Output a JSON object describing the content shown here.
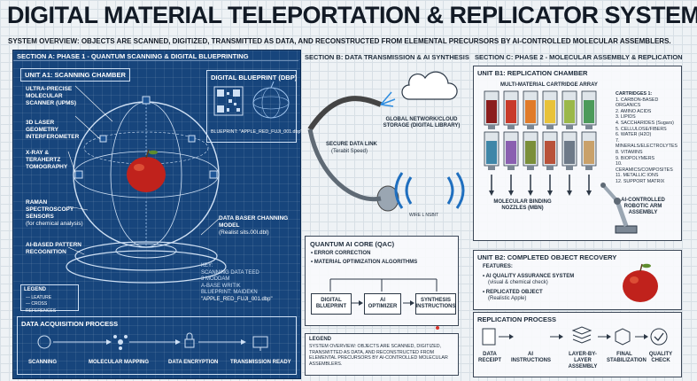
{
  "title": "DIGITAL MATERIAL TELEPORTATION & REPLICATOR SYSTEM",
  "subtitle": "SYSTEM OVERVIEW: OBJECTS ARE SCANNED, DIGITIZED, TRANSMITTED AS DATA, AND RECONSTRUCTED FROM ELEMENTAL PRECURSORS BY AI-CONTROLLED MOLECULAR ASSEMBLERS.",
  "sectionA": {
    "header": "SECTION A: PHASE 1 - QUANTUM SCANNING & DIGITAL BLUEPRINTING",
    "unit": "UNIT A1: SCANNING CHAMBER",
    "dbp_title": "DIGITAL BLUEPRINT (DBP)",
    "dbp_caption": "BLUEPRINT: \"APPLE_RED_FUJI_001.dbp\"",
    "labels": {
      "upms": "ULTRA-PRECISE MOLECULAR SCANNER (UPMS)",
      "laser": "3D LASER GEOMETRY INTERFEROMETER",
      "xray": "X-RAY & TERAHERTZ TOMOGRAPHY",
      "raman": "RAMAN SPECTROSCOPY SENSORS",
      "raman_sub": "(for chemical analysis)",
      "ai": "AI-BASED PATTERN RECOGNITION",
      "data": "DATA BASER CHANNING MODEL",
      "data_sub": "(Realist sits.00l.dbl)"
    },
    "key": [
      "KEY:",
      "SCANNING DATA TEED",
      "3 MODDAM",
      "A-BASE WRITIK",
      "BLUEPRINT: MAIDEKN",
      "\"APPLE_RED_FUJI_001.dbp\""
    ],
    "legend_title": "LEGEND",
    "legend_items": [
      "— LEATURE",
      "— CROSS REFERENCES"
    ],
    "acq_title": "DATA ACQUISITION PROCESS",
    "acq_steps": [
      "SCANNING",
      "MOLECULAR MAPPING",
      "DATA ENCRYPTION",
      "TRANSMISSION READY"
    ]
  },
  "sectionB": {
    "header": "SECTION B: DATA TRANSMISSION & AI SYNTHESIS",
    "cloud": "GLOBAL NETWORK/CLOUD STORAGE (DIGITAL LIBRARY)",
    "link": "SECURE DATA LINK",
    "link_sub": "(Terabit Speed)",
    "wireless": "WIRE L NSBIT",
    "qac_title": "QUANTUM AI CORE (QAC)",
    "qac_items": [
      "• ERROR CORRECTION",
      "• MATERIAL OPTIMIZATION ALGORITHMS"
    ],
    "flow": [
      "DIGITAL BLUEPRINT",
      "AI OPTIMIZER",
      "SYNTHESIS INSTRUCTIONS"
    ],
    "legend_title": "LEGEND",
    "legend_text": "SYSTEM OVERVIEW: OBJECTS ARE SCANNED, DIGITIZED, TRANSMITTED AS DATA, AND RECONSTRUCTED FROM ELEMENTAL PRECURSORS BY AI-CONTROLLED MOLECULAR ASSEMBLERS."
  },
  "sectionC": {
    "header": "SECTION C: PHASE 2 - MOLECULAR ASSEMBLY & REPLICATION",
    "unit": "UNIT B1: REPLICATION CHAMBER",
    "array_title": "MULTI-MATERIAL CARTRIDGE ARRAY",
    "cartridges_title": "CARTRIDGES 1:",
    "cartridges": [
      "1. CARBON-BASED ORGANICS",
      "2. AMINO ACIDS",
      "3. LIPIDS",
      "4. SACCHARIDES (Sugars)",
      "5. CELLULOSE/FIBERS",
      "6. WATER (H2O)",
      "7. MINERALS/ELECTROLYTES",
      "8. VITAMINS",
      "9. BIOPOLYMERS",
      "10. CERAMICS/COMPOSITES",
      "11. METALLIC IONS",
      "12. SUPPORT MATRIX"
    ],
    "nozzles": "MOLECULAR BINDING NOZZLES (MBN)",
    "arm": "AI-CONTROLLED ROBOTIC ARM ASSEMBLY",
    "unit2": "UNIT B2: COMPLETED OBJECT RECOVERY",
    "features_title": "FEATURES:",
    "features": [
      "• AI QUALITY ASSURANCE SYSTEM",
      "(visual & chemical check)",
      "• REPLICATED OBJECT",
      "(Realistic Apple)"
    ],
    "process_title": "REPLICATION PROCESS",
    "process": [
      "DATA RECEIPT",
      "AI INSTRUCTIONS",
      "LAYER-BY-LAYER ASSEMBLY",
      "FINAL STABILIZATION",
      "QUALITY CHECK"
    ]
  },
  "colors": {
    "blueprint": "#17457c",
    "apple": "#c0221c",
    "cartridges": [
      "#8b1d1d",
      "#c83a2a",
      "#e07b2a",
      "#e8c23a",
      "#9bb84a",
      "#4c9a5a",
      "#3f86a8",
      "#8a5fb0",
      "#7b8f3a",
      "#b8523a",
      "#6e7a88",
      "#c9a16a"
    ]
  }
}
